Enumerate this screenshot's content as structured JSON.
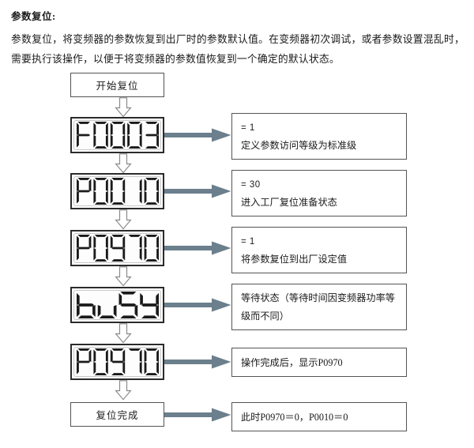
{
  "document": {
    "heading": "参数复位:",
    "paragraph": "参数复位，将变频器的参数恢复到出厂时的参数默认值。在变频器初次调试，或者参数设置混乱时，需要执行该操作，以便于将变频器的参数值恢复到一个确定的默认状态。"
  },
  "colors": {
    "arrow_fill": "#6b7f8c",
    "box_border": "#545454",
    "lcd_border": "#2b2b2b",
    "lcd_bezel": "#c8c8c8",
    "segment_on": "#1a1a1a",
    "text": "#1a1a1a"
  },
  "flow": {
    "start_label": "开始复位",
    "end_label": "复位完成",
    "steps": [
      {
        "display": "F0003",
        "name": "f0003"
      },
      {
        "display": "P0010",
        "name": "p0010"
      },
      {
        "display": "P0970",
        "name": "p0970-set"
      },
      {
        "display": "buSY",
        "name": "busy"
      },
      {
        "display": "P0970",
        "name": "p0970-done"
      }
    ]
  },
  "notes": [
    {
      "value": "= 1",
      "text": "定义参数访问等级为标准级"
    },
    {
      "value": "= 30",
      "text": "进入工厂复位准备状态"
    },
    {
      "value": "= 1",
      "text": "将参数复位到出厂设定值"
    },
    {
      "value": "",
      "text": "等待状态（等待时间因变频器功率等级而不同）"
    },
    {
      "value": "",
      "text": "操作完成后，显示P0970"
    },
    {
      "value": "",
      "text": "此时P0970＝0，P0010＝0"
    }
  ],
  "icons": {
    "down_arrow": "arrow-down-outline",
    "right_arrow": "arrow-right-solid"
  }
}
